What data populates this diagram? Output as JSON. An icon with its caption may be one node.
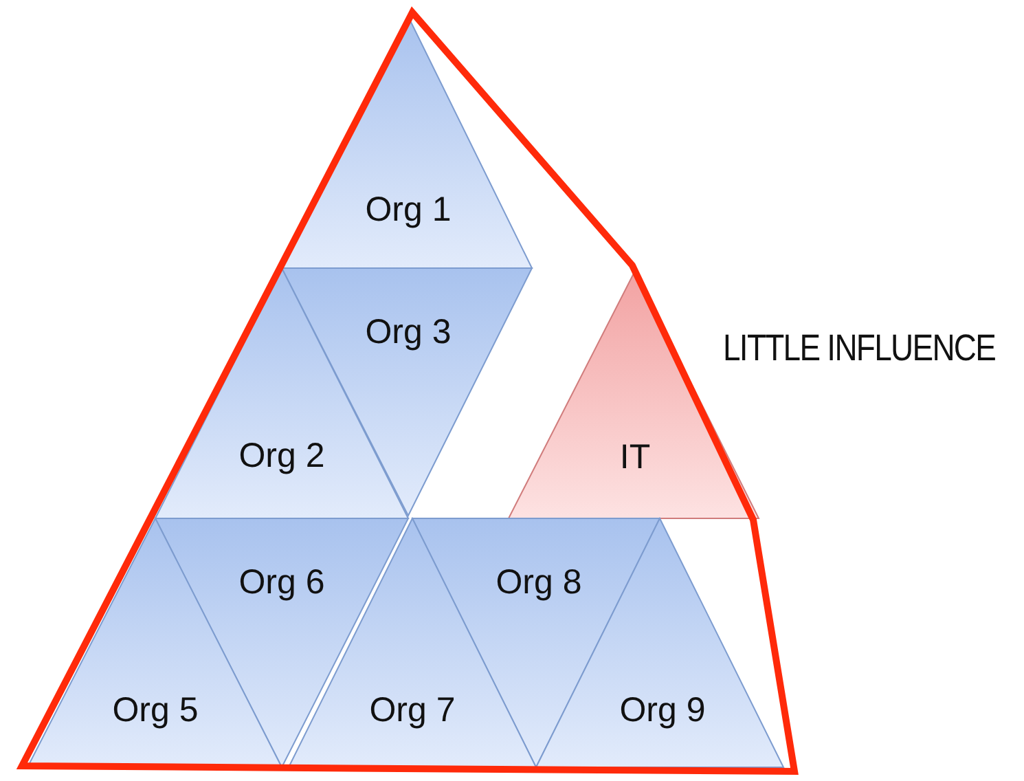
{
  "diagram": {
    "nodes": [
      {
        "text": [
          "Org 1"
        ]
      },
      {
        "text": [
          "Org 3"
        ]
      },
      {
        "text": [
          "Org 2"
        ]
      },
      {
        "text": [
          "IT"
        ]
      },
      {
        "text": [
          "Org 6"
        ]
      },
      {
        "text": [
          "Org 8"
        ]
      },
      {
        "text": [
          "Org 5"
        ]
      },
      {
        "text": [
          "Org 7"
        ]
      },
      {
        "text": [
          "Org 9"
        ]
      }
    ],
    "edges": [],
    "labels": [
      "LITTLE INFLUENCE"
    ]
  }
}
